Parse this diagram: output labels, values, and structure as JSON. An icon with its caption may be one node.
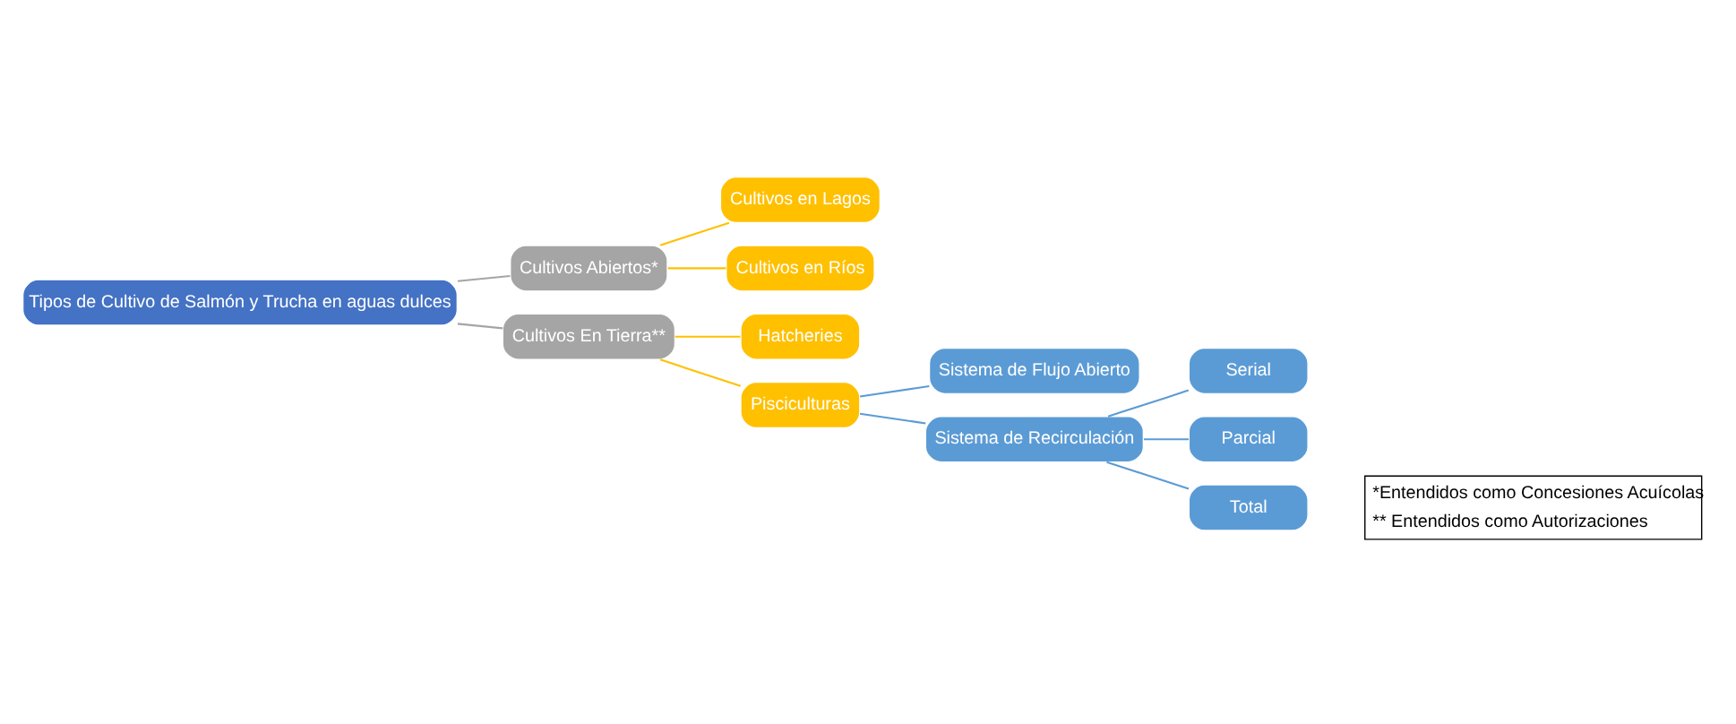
{
  "diagram": {
    "nodes": [
      {
        "text": [
          "Tipos de Cultivo de Salmón y Trucha en aguas dulces"
        ]
      },
      {
        "text": [
          "Cultivos Abiertos*"
        ]
      },
      {
        "text": [
          "Cultivos En Tierra**"
        ]
      },
      {
        "text": [
          "Cultivos en Lagos"
        ]
      },
      {
        "text": [
          "Cultivos en Ríos"
        ]
      },
      {
        "text": [
          "Hatcheries"
        ]
      },
      {
        "text": [
          "Pisciculturas"
        ]
      },
      {
        "text": [
          "Sistema de Flujo Abierto"
        ]
      },
      {
        "text": [
          "Sistema de Recirculación"
        ]
      },
      {
        "text": [
          "Serial"
        ]
      },
      {
        "text": [
          "Parcial"
        ]
      },
      {
        "text": [
          "Total"
        ]
      }
    ],
    "edges": [
      {
        "from": 0,
        "to": 1,
        "arrow": "none",
        "color": "#a5a5a5"
      },
      {
        "from": 0,
        "to": 2,
        "arrow": "none",
        "color": "#a5a5a5"
      },
      {
        "from": 1,
        "to": 3,
        "arrow": "none",
        "color": "#ffc000"
      },
      {
        "from": 1,
        "to": 4,
        "arrow": "none",
        "color": "#ffc000"
      },
      {
        "from": 2,
        "to": 5,
        "arrow": "none",
        "color": "#ffc000"
      },
      {
        "from": 2,
        "to": 6,
        "arrow": "none",
        "color": "#ffc000"
      },
      {
        "from": 6,
        "to": 7,
        "arrow": "none"
      },
      {
        "from": 6,
        "to": 8,
        "arrow": "none"
      },
      {
        "from": 8,
        "to": 9,
        "arrow": "none"
      },
      {
        "from": 8,
        "to": 10,
        "arrow": "none"
      },
      {
        "from": 8,
        "to": 11,
        "arrow": "none"
      }
    ],
    "labels": [
      "*Entendidos como Concesiones Acuícolas",
      "** Entendidos como Autorizaciones"
    ]
  }
}
